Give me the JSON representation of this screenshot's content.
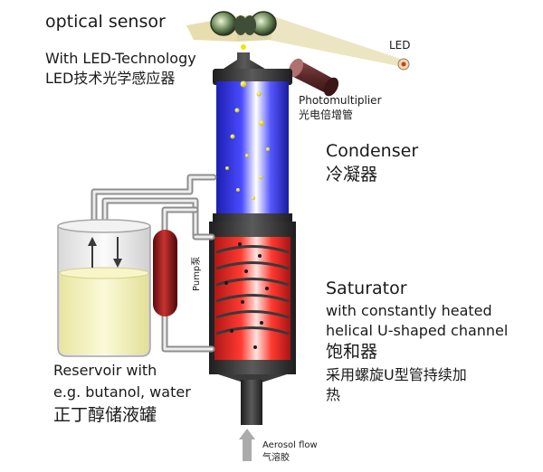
{
  "labels": {
    "optical_sensor": "optical sensor",
    "led_technology_en": "With LED-Technology",
    "led_technology_zh": "LED技术光学感应器",
    "led": "LED",
    "photomultiplier_en": "Photomultiplier",
    "photomultiplier_zh": "光电倍增管",
    "condenser_en": "Condenser",
    "condenser_zh": "冷凝器",
    "saturator_en": "Saturator",
    "saturator_desc_1": "with constantly heated",
    "saturator_desc_2": "helical U-shaped channel",
    "saturator_zh_1": "饱和器",
    "saturator_zh_2": "采用螺旋U型管持续加",
    "saturator_zh_3": "热",
    "pump": "Pump泵",
    "reservoir_en_1": "Reservoir  with",
    "reservoir_en_2": "e.g. butanol, water",
    "reservoir_zh": "正丁醇储液罐",
    "aerosol_en": "Aerosol flow",
    "aerosol_zh": "气溶胶"
  },
  "colors": {
    "condenser": "#3a3cf0",
    "saturator": "#f0302a",
    "housing": "#2f2f2f",
    "liquid": "#f4f2b8",
    "pump": "#8e1616",
    "droplet": "#e8dc10",
    "beam": "#e2d6a2",
    "tube": "#c9c9c9"
  }
}
